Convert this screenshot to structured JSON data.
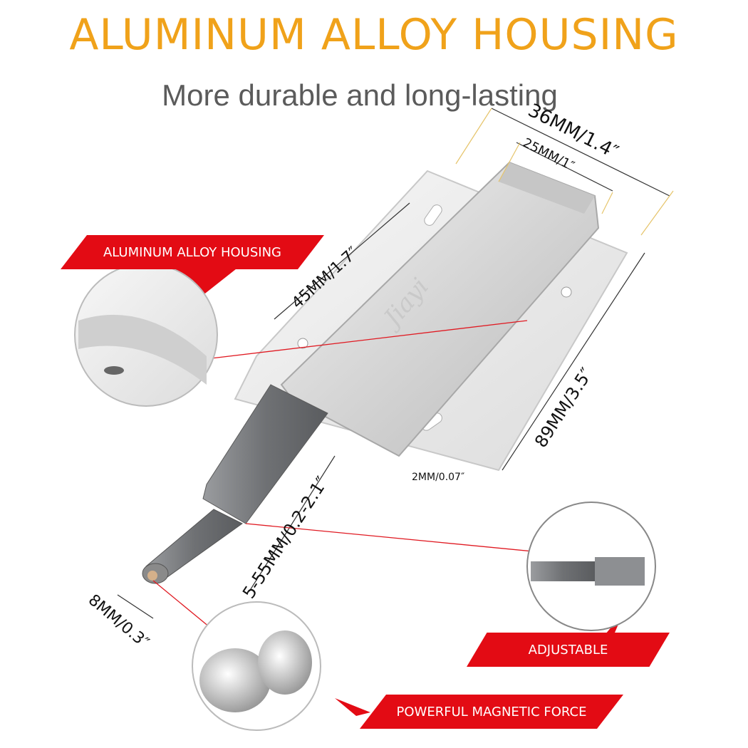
{
  "header": {
    "title": "ALUMINUM ALLOY HOUSING",
    "subtitle": "More durable and long-lasting"
  },
  "dimensions": {
    "outer_width": "36MM/1.4″",
    "inner_width": "25MM/1″",
    "housing_length": "45MM/1.7″",
    "total_length": "89MM/3.5″",
    "plate_thickness": "2MM/0.07″",
    "stroke": "5-55MM/0.2-2.1″",
    "tip_diameter": "8MM/0.3″"
  },
  "callouts": {
    "housing": "ALUMINUM ALLOY HOUSING",
    "adjustable": "ADJUSTABLE",
    "magnet": "POWERFUL MAGNETIC FORCE"
  },
  "product": {
    "brand_mark": "Jiayi"
  },
  "colors": {
    "title": "#f0a21a",
    "subtitle": "#5b5b5b",
    "callout_red": "#e30b14",
    "metal": "#d9d9d9",
    "plunger": "#7d7f82"
  }
}
